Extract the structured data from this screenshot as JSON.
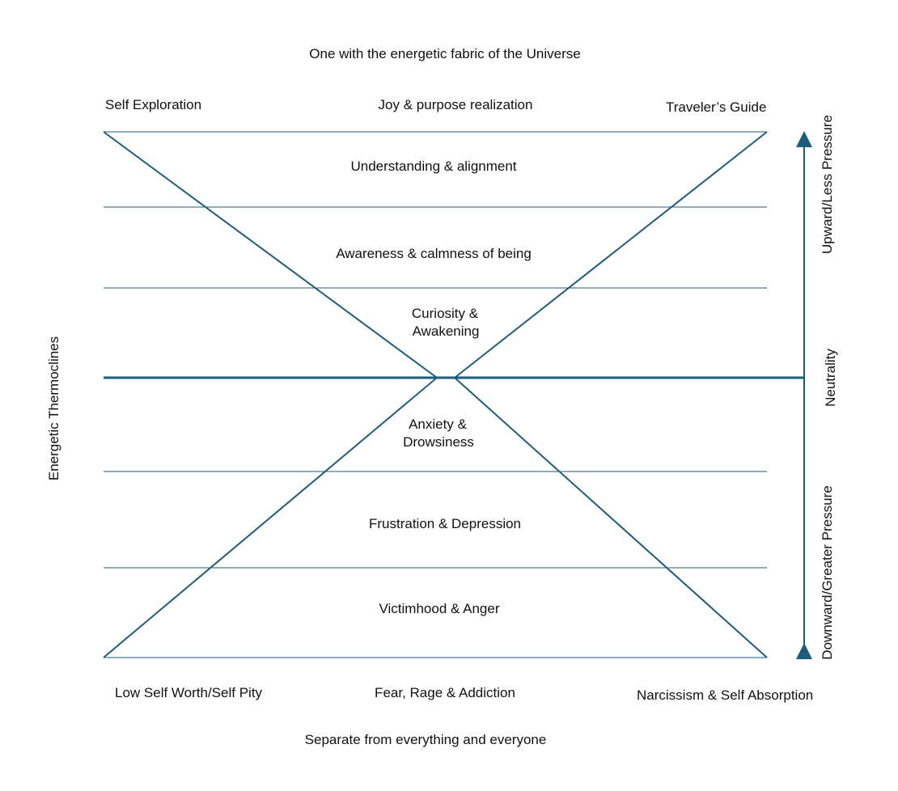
{
  "top_caption": "One with the energetic fabric of the Universe",
  "bottom_caption": "Separate from everything and everyone",
  "corners": {
    "top_left": "Self Exploration",
    "top_center": "Joy & purpose realization",
    "top_right": "Traveler’s Guide",
    "bottom_left": "Low Self Worth/Self Pity",
    "bottom_center": "Fear,  Rage & Addiction",
    "bottom_right": "Narcissism & Self Absorption"
  },
  "levels": {
    "understanding": "Understanding & alignment",
    "awareness": "Awareness & calmness of being",
    "curiosity_line1": "Curiosity &",
    "curiosity_line2": "Awakening",
    "anxiety_line1": "Anxiety &",
    "anxiety_line2": "Drowsiness",
    "frustration": "Frustration & Depression",
    "victimhood": "Victimhood & Anger"
  },
  "left_axis_label": "Energetic Thermoclines",
  "right_axis": {
    "upper": "Upward/Less Pressure",
    "middle": "Neutrality",
    "lower": "Downward/Greater Pressure"
  },
  "colors": {
    "line": "#1f5c7a",
    "thin_line": "#1f5c7a"
  }
}
